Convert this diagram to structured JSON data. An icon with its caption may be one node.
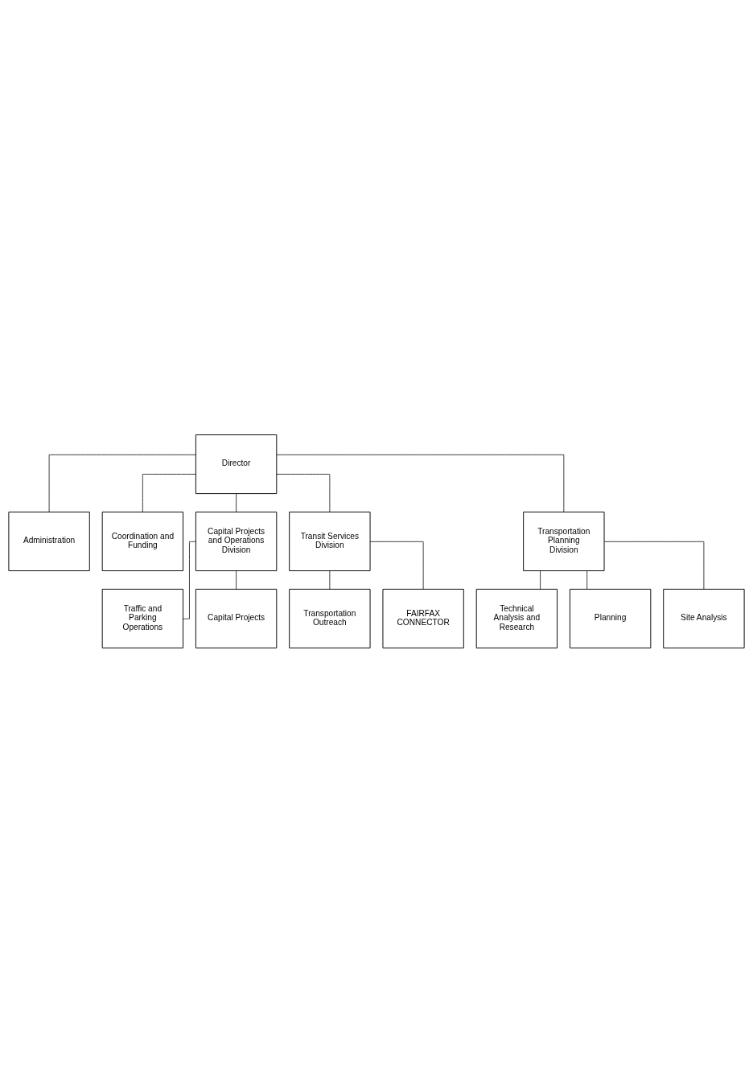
{
  "diagram": {
    "nodes": [
      {
        "text": [
          "Director"
        ]
      },
      {
        "text": [
          "Administration"
        ]
      },
      {
        "text": [
          "Coordination and Funding"
        ]
      },
      {
        "text": [
          "Capital Projects and Operations Division"
        ]
      },
      {
        "text": [
          "Transit Services Division"
        ]
      },
      {
        "text": [
          "Transportation Planning Division"
        ]
      },
      {
        "text": [
          "Traffic and Parking Operations"
        ]
      },
      {
        "text": [
          "Capital Projects"
        ]
      },
      {
        "text": [
          "Transportation Outreach"
        ]
      },
      {
        "text": [
          "FAIRFAX CONNECTOR"
        ]
      },
      {
        "text": [
          "Technical Analysis and Research"
        ]
      },
      {
        "text": [
          "Planning"
        ]
      },
      {
        "text": [
          "Site Analysis"
        ]
      }
    ],
    "edges": [
      {
        "from": 0,
        "to": 1,
        "arrow": "none"
      },
      {
        "from": 0,
        "to": 2,
        "arrow": "none"
      },
      {
        "from": 0,
        "to": 3,
        "arrow": "none"
      },
      {
        "from": 0,
        "to": 4,
        "arrow": "none"
      },
      {
        "from": 0,
        "to": 5,
        "arrow": "none"
      },
      {
        "from": 3,
        "to": 6,
        "arrow": "none"
      },
      {
        "from": 3,
        "to": 7,
        "arrow": "none"
      },
      {
        "from": 4,
        "to": 8,
        "arrow": "none"
      },
      {
        "from": 4,
        "to": 9,
        "arrow": "none"
      },
      {
        "from": 5,
        "to": 10,
        "arrow": "none"
      },
      {
        "from": 5,
        "to": 11,
        "arrow": "none"
      },
      {
        "from": 5,
        "to": 12,
        "arrow": "none"
      }
    ]
  }
}
